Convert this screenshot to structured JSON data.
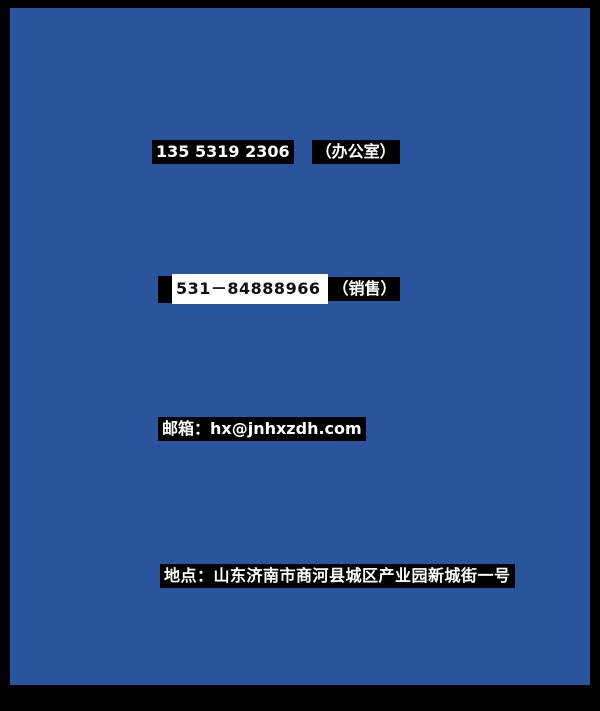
{
  "page": {
    "background_color": "#2a559d",
    "frame_color": "#000000",
    "highlight_color": "#000000",
    "selection_color": "#ffffff"
  },
  "contact": {
    "office_phone": "135 5319 2306",
    "office_label": "（办公室）",
    "sales_phone": "531－84888966",
    "sales_label": "（销售）",
    "email_line": "邮箱：hx@jnhxzdh.com",
    "address_line": "地点：山东济南市商河县城区产业园新城街一号"
  }
}
